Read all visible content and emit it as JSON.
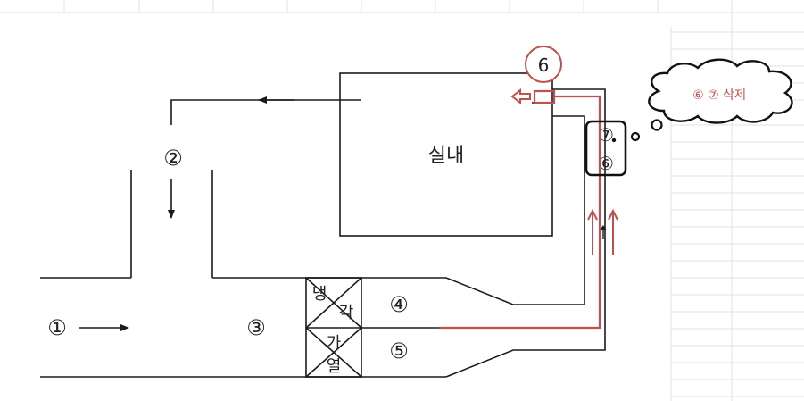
{
  "labels": {
    "room": "실내",
    "n1": "①",
    "n2": "②",
    "n3": "③",
    "n4": "④",
    "n5": "⑤",
    "n6": "⑥",
    "n7": "⑦",
    "cool_1": "냉",
    "cool_2": "각",
    "heat_1": "가",
    "heat_2": "열"
  },
  "annotation": {
    "circle_number": "6",
    "cloud_text": "⑥ ⑦ 삭제"
  },
  "colors": {
    "annotation_red": "#c0504d",
    "line_black": "#1a1a1a",
    "gridline": "#e1e1e1"
  }
}
